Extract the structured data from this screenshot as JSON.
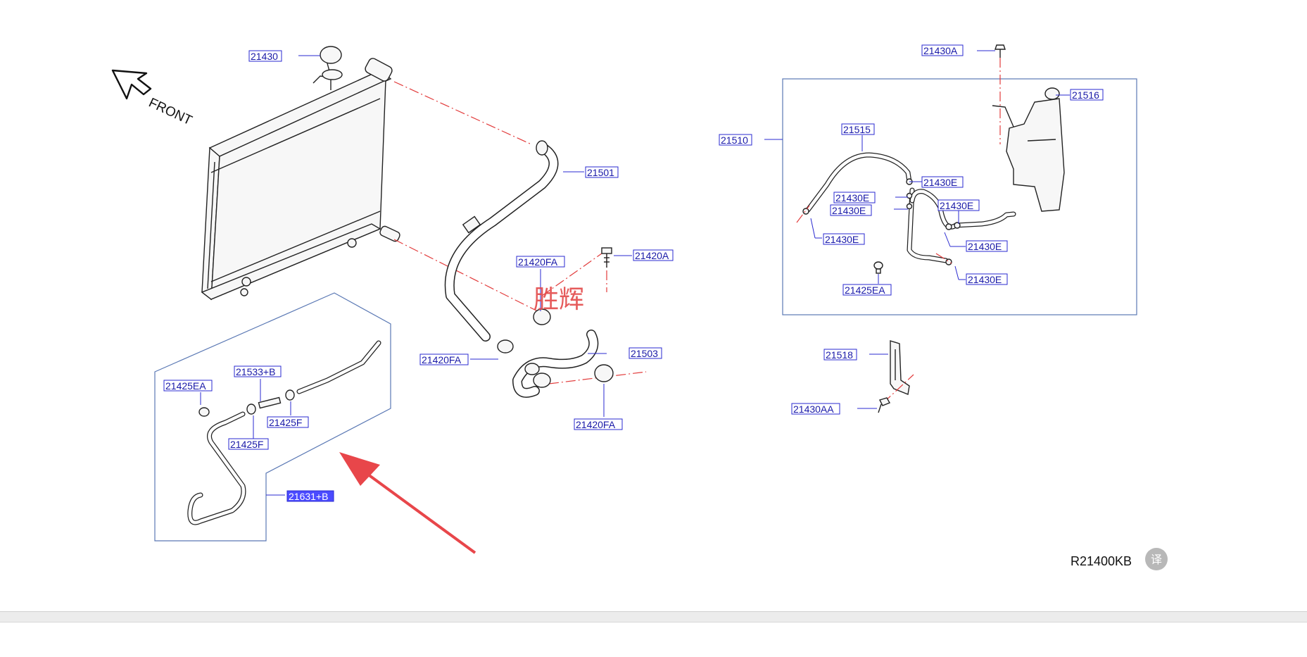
{
  "front_label": "FRONT",
  "watermark": "胜辉",
  "diagram_code": "R21400KB",
  "translate_icon": "译",
  "parts": {
    "p21430": "21430",
    "p21501": "21501",
    "p21420A": "21420A",
    "p21420FA_top": "21420FA",
    "p21420FA_left": "21420FA",
    "p21420FA_bottom": "21420FA",
    "p21503": "21503",
    "p21425EA_left": "21425EA",
    "p21533B": "21533+B",
    "p21425F_right": "21425F",
    "p21425F_left": "21425F",
    "p21631B": "21631+B",
    "p21430A": "21430A",
    "p21516": "21516",
    "p21510": "21510",
    "p21515": "21515",
    "p21430E_1": "21430E",
    "p21430E_2": "21430E",
    "p21430E_3": "21430E",
    "p21430E_4": "21430E",
    "p21430E_5": "21430E",
    "p21430E_6": "21430E",
    "p21430E_7": "21430E",
    "p21425EA_right": "21425EA",
    "p21518": "21518",
    "p21430AA": "21430AA"
  },
  "colors": {
    "label_text": "#1a1aa8",
    "label_box": "#2a2ad0",
    "highlight": "#4b4bff",
    "dash_line": "#e23b3b",
    "arrow": "#e8464a",
    "group_frame": "#5a78b4"
  }
}
